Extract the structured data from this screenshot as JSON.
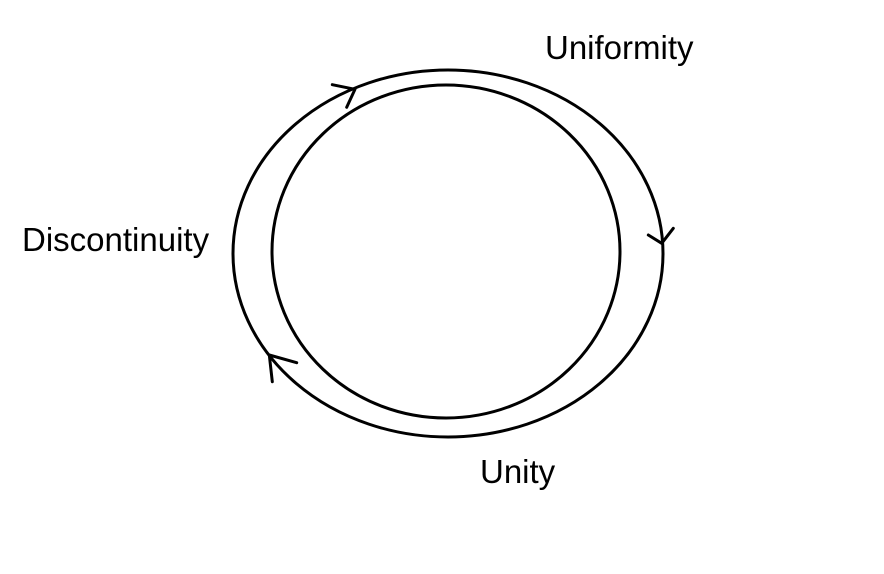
{
  "diagram": {
    "labels": {
      "top": "Uniformity",
      "left": "Discontinuity",
      "bottom": "Unity"
    },
    "flow_direction": "clockwise",
    "colors": {
      "stroke": "#000000",
      "background": "#ffffff"
    }
  }
}
